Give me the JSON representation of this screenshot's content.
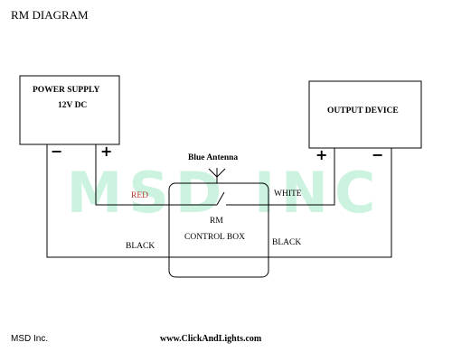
{
  "diagram": {
    "title": "RM DIAGRAM",
    "watermark": "MSD INC",
    "power_supply": {
      "line1": "POWER SUPPLY",
      "line2": "12V DC",
      "minus": "−",
      "plus": "+"
    },
    "output_device": {
      "label": "OUTPUT DEVICE",
      "plus": "+",
      "minus": "−"
    },
    "antenna": {
      "label": "Blue Antenna"
    },
    "control_box": {
      "line1": "RM",
      "line2": "CONTROL BOX"
    },
    "wires": {
      "red": "RED",
      "white": "WHITE",
      "black_left": "BLACK",
      "black_right": "BLACK"
    },
    "colors": {
      "red_label": "#b03a2e",
      "watermark": "#ccf2e0",
      "line": "#000000"
    }
  },
  "footer": {
    "company": "MSD Inc.",
    "url": "www.ClickAndLights.com"
  }
}
